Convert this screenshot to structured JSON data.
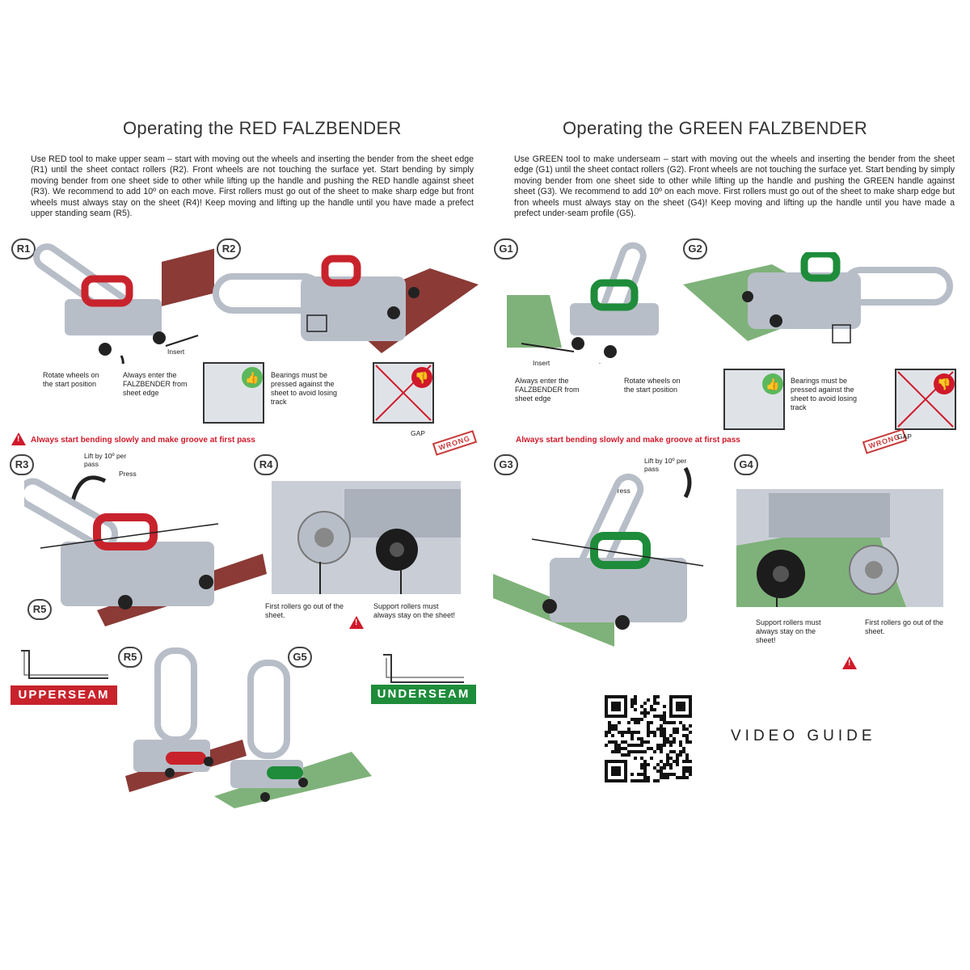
{
  "red": {
    "title": "Operating the RED FALZBENDER",
    "intro": "Use RED tool to make upper seam – start with moving out the wheels and inserting the bender from the sheet edge (R1) until the sheet contact rollers (R2). Front wheels are not touching the  surface yet. Start bending by simply moving bender from one sheet side to other while lifting up the handle and pushing the RED handle against sheet (R3). We recommend to add 10º on each move. First rollers must go out of the sheet to make sharp edge but front wheels must always stay on the sheet (R4)! Keep moving and lifting up the handle until you have made a prefect upper standing seam (R5).",
    "badges": {
      "r1": "R1",
      "r2": "R2",
      "r3": "R3",
      "r4": "R4",
      "r5a": "R5",
      "r5b": "R5"
    },
    "insert_label": "Insert",
    "rotate_caption": "Rotate wheels on the start position",
    "always_enter_caption": "Always enter the FALZBENDER from sheet edge",
    "bearings_caption": "Bearings must be pressed against the sheet to avoid losing track",
    "gap_label": "GAP",
    "wrong_label": "WRONG",
    "warning": "Always start bending slowly and make groove at first pass",
    "lift_label": "Lift by 10º per pass",
    "press_label": "Press",
    "first_rollers_caption": "First rollers go out of the sheet.",
    "support_rollers_caption": "Support rollers must always stay on the sheet!",
    "seam_banner": "UPPERSEAM"
  },
  "green": {
    "title": "Operating the GREEN FALZBENDER",
    "intro": "Use GREEN tool to make underseam – start with moving out the wheels and inserting the bender from the sheet edge (G1) until the sheet contact rollers (G2). Front wheels are not touching the surface yet. Start bending by simply moving bender from one sheet side to other while lifting up the handle and pushing the GREEN handle against sheet (G3). We recommend to add 10º on each move. First rollers must go out of the sheet to make sharp edge but fron wheels must always stay on the sheet (G4)! Keep moving and lifting up the handle until you have made a prefect under-seam profile (G5).",
    "badges": {
      "g1": "G1",
      "g2": "G2",
      "g3": "G3",
      "g4": "G4",
      "g5": "G5"
    },
    "insert_label": "Insert",
    "always_enter_caption": "Always enter the FALZBENDER from sheet edge",
    "rotate_caption": "Rotate wheels on the start position",
    "bearings_caption": "Bearings must be pressed against the sheet to avoid losing track",
    "gap_label": "GAP",
    "wrong_label": "WRONG",
    "warning": "Always start bending slowly and make groove at first pass",
    "lift_label": "Lift by 10º per pass",
    "press_label": "Press",
    "support_rollers_caption": "Support rollers must always stay on the sheet!",
    "first_rollers_caption": "First rollers go out of the sheet.",
    "seam_banner": "UNDERSEAM"
  },
  "video_guide": "VIDEO GUIDE",
  "colors": {
    "red": "#c8232c",
    "red_sheet": "#8b3a36",
    "green": "#1e8c3a",
    "green_sheet": "#7fb27a",
    "tool": "#b8bec8"
  }
}
